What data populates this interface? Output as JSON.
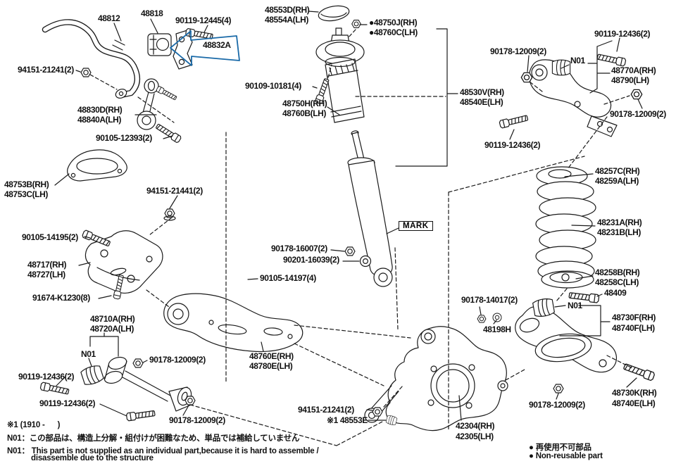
{
  "colors": {
    "line": "#1a1a1a",
    "background": "#ffffff",
    "highlight_arrow": "#2e9fe0",
    "highlight_arrow_border": "#1a6aa8"
  },
  "labels": [
    {
      "text": "48812"
    },
    {
      "text": "48818"
    },
    {
      "text": "90119-12445(4)"
    },
    {
      "text": "48832A"
    },
    {
      "text": "48553D(RH)"
    },
    {
      "text": "48554A(LH)"
    },
    {
      "text": "●48750J(RH)"
    },
    {
      "text": "●48760C(LH)"
    },
    {
      "text": "90178-12009(2)"
    },
    {
      "text": "N01"
    },
    {
      "text": "90119-12436(2)"
    },
    {
      "text": "48770A(RH)"
    },
    {
      "text": "48790(LH)"
    },
    {
      "text": "90178-12009(2)"
    },
    {
      "text": "94151-21241(2)"
    },
    {
      "text": "90109-10181(4)"
    },
    {
      "text": "48830D(RH)"
    },
    {
      "text": "48840A(LH)"
    },
    {
      "text": "48750H(RH)"
    },
    {
      "text": "48760B(LH)"
    },
    {
      "text": "48530V(RH)"
    },
    {
      "text": "48540E(LH)"
    },
    {
      "text": "90105-12393(2)"
    },
    {
      "text": "90119-12436(2)"
    },
    {
      "text": "48753B(RH)"
    },
    {
      "text": "48753C(LH)"
    },
    {
      "text": "94151-21441(2)"
    },
    {
      "text": "48257C(RH)"
    },
    {
      "text": "48259A(LH)"
    },
    {
      "text": "90105-14195(2)"
    },
    {
      "text": "48231A(RH)"
    },
    {
      "text": "48231B(LH)"
    },
    {
      "text": "48717(RH)"
    },
    {
      "text": "48727(LH)"
    },
    {
      "text": "90178-16007(2)"
    },
    {
      "text": "90201-16039(2)"
    },
    {
      "text": "90105-14197(4)"
    },
    {
      "text": "91674-K1230(8)"
    },
    {
      "text": "48258B(RH)"
    },
    {
      "text": "48258C(LH)"
    },
    {
      "text": "48409"
    },
    {
      "text": "90178-14017(2)"
    },
    {
      "text": "N01"
    },
    {
      "text": "48730F(RH)"
    },
    {
      "text": "48740F(LH)"
    },
    {
      "text": "48710A(RH)"
    },
    {
      "text": "48720A(LH)"
    },
    {
      "text": "48198H"
    },
    {
      "text": "N01"
    },
    {
      "text": "90178-12009(2)"
    },
    {
      "text": "48760E(RH)"
    },
    {
      "text": "48780E(LH)"
    },
    {
      "text": "90119-12436(2)"
    },
    {
      "text": "90119-12436(2)"
    },
    {
      "text": "94151-21241(2)"
    },
    {
      "text": "※1 48553E"
    },
    {
      "text": "90178-12009(2)"
    },
    {
      "text": "42304(RH)"
    },
    {
      "text": "42305(LH)"
    },
    {
      "text": "90178-12009(2)"
    },
    {
      "text": "48730K(RH)"
    },
    {
      "text": "48740E(LH)"
    }
  ],
  "mark_box": {
    "text": "MARK"
  },
  "legend": {
    "jp": "● 再使用不可部品",
    "en": "● Non-reusable part"
  },
  "footnotes": {
    "note1": "※1 (1910 -      )",
    "n01_jp": "N01：この部品は、構造上分解・組付けが困難なため、単品では補給していません",
    "n01_en1": "N01： This part is not supplied as an individual part,because it is hard to assemble /",
    "n01_en2": "disassemble due to the structure"
  }
}
